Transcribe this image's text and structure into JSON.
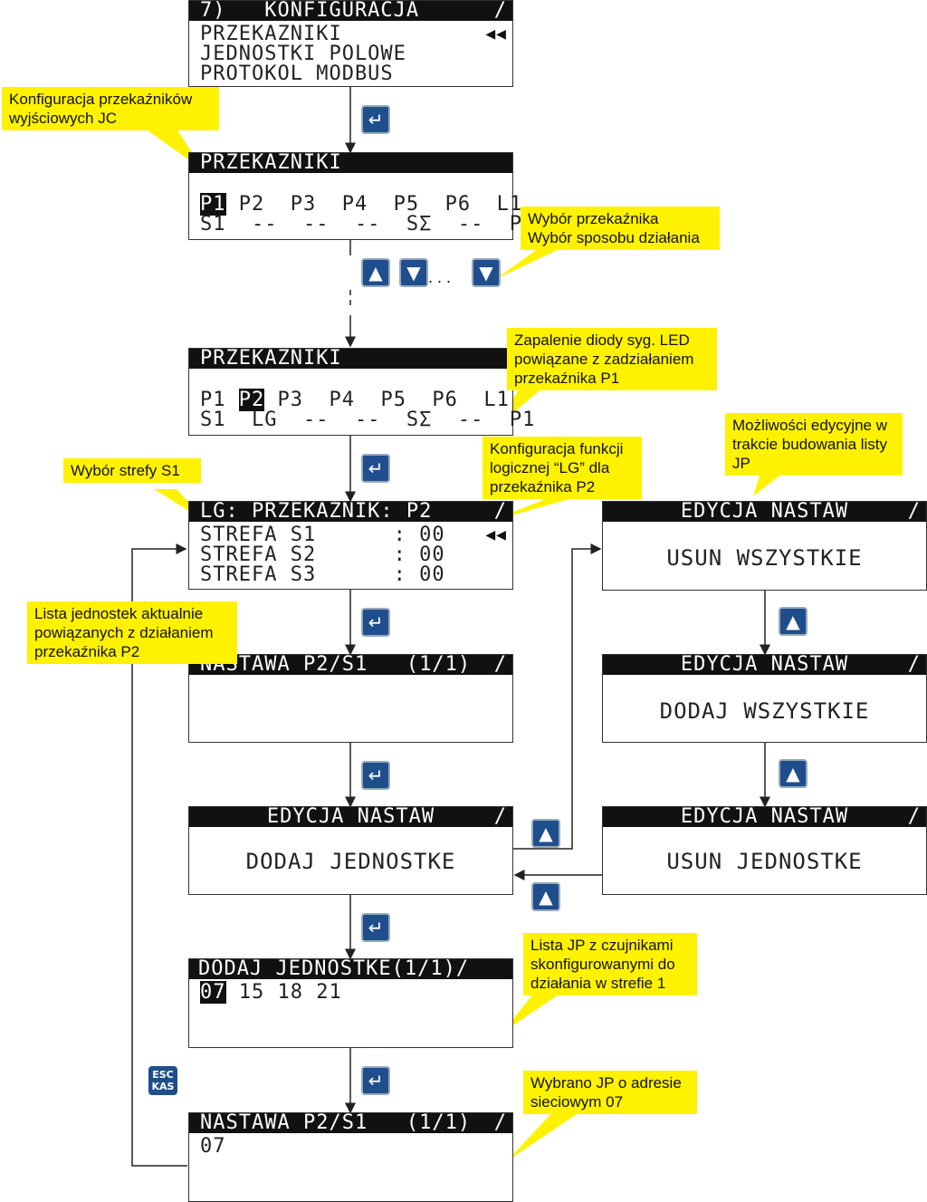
{
  "screens": {
    "menu": {
      "title": "7)   KONFIGURACJA",
      "slash": "/",
      "items": [
        "PRZEKAZNIKI",
        "JEDNOSTKI POLOWE",
        "PROTOKOL MODBUS"
      ],
      "speaker": "◀◀"
    },
    "relays1": {
      "title": "PRZEKAZNIKI",
      "row1_sel": "P1",
      "row1_rest": " P2  P3  P4  P5  P6  L1",
      "row2": "S1  --  --  --  SΣ  --  P1"
    },
    "relays2": {
      "title": "PRZEKAZNIKI",
      "row1_a": "P1 ",
      "row1_sel": "P2",
      "row1_rest": " P3  P4  P5  P6  L1",
      "row2": "S1  LG  --  --  SΣ  --  P1"
    },
    "lg": {
      "title": "LG: PRZEKAŹNIK: P2",
      "slash": "/",
      "rows": [
        "STREFA S1      : 00",
        "STREFA S2      : 00",
        "STREFA S3      : 00"
      ],
      "speaker": "◀◀"
    },
    "nastawa1": {
      "title": "NASTAWA P2/S1   (1/1)",
      "slash": "/"
    },
    "edit_add": {
      "title": "EDYCJA NASTAW",
      "slash": "/",
      "text": "DODAJ JEDNOSTKE"
    },
    "edit_del_all": {
      "title": "EDYCJA NASTAW",
      "slash": "/",
      "text": "USUN WSZYSTKIE"
    },
    "edit_add_all": {
      "title": "EDYCJA NASTAW",
      "slash": "/",
      "text": "DODAJ WSZYSTKIE"
    },
    "edit_del": {
      "title": "EDYCJA NASTAW",
      "slash": "/",
      "text": "USUN JEDNOSTKE"
    },
    "add_list": {
      "title": "DODAJ JEDNOSTKE(1/1)/",
      "sel": "07",
      "rest": " 15 18 21"
    },
    "nastawa2": {
      "title": "NASTAWA P2/S1   (1/1)",
      "slash": "/",
      "value": "07"
    }
  },
  "notes": {
    "n1": "Konfiguracja przekaźników wyjściowych JC",
    "n2": "Wybór przekaźnika\nWybór sposobu działania",
    "n3": "Zapalenie diody syg. LED powiązane z zadziałaniem przekaźnika P1",
    "n4": "Konfiguracja funkcji logicznej “LG” dla przekaźnika P2",
    "n5": "Wybór strefy S1",
    "n6": "Możliwości edycyjne w trakcie budowania listy JP",
    "n7": "Lista jednostek aktualnie powiązanych z działaniem przekaźnika P2",
    "n8": "Lista JP z czujnikami skonfigurowanymi do działania w strefie 1",
    "n9": "Wybrano JP o adresie sieciowym 07"
  },
  "keys": {
    "enter": "↵",
    "up": "▲",
    "down": "▼",
    "dots": ". . .",
    "esc_top": "ESC",
    "esc_bottom": "KAS"
  },
  "colors": {
    "note": "#fff200",
    "key": "#1f4e8c",
    "header": "#111111"
  }
}
